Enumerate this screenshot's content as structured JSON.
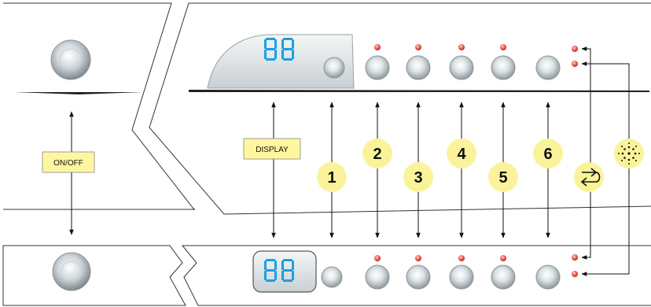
{
  "labels": {
    "on_off": "ON/OFF",
    "display": "DISPLAY"
  },
  "display": {
    "value": "88"
  },
  "numbered_callouts": [
    "1",
    "2",
    "3",
    "4",
    "5",
    "6"
  ],
  "icons": {
    "swap_icon": "swap-arrows-icon",
    "light_icon": "sparkle-dots-icon"
  },
  "colors": {
    "callout_yellow": "#fbf39a",
    "label_yellow": "#fff7a0",
    "display_blue": "#1aa0e0",
    "led_red": "#e84a4a",
    "button_grey": "#c4ccd0"
  }
}
